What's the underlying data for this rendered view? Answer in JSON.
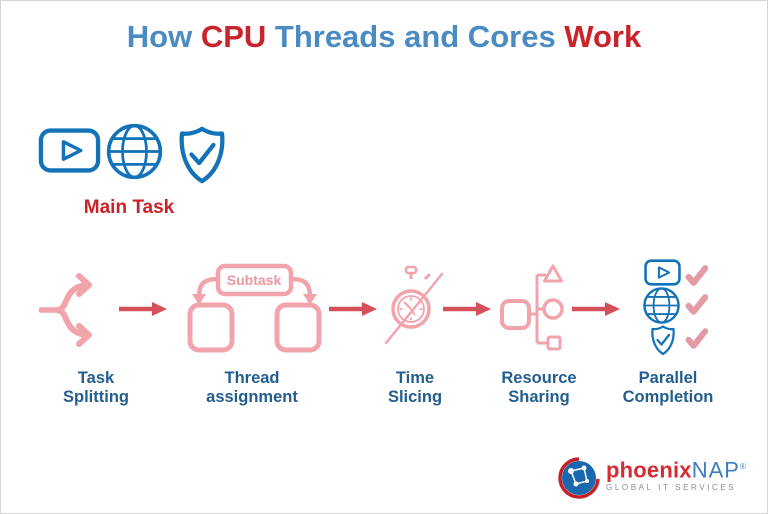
{
  "title": {
    "seg1": "How ",
    "seg2": "CPU",
    "seg3": " Threads and Cores ",
    "seg4": "Work"
  },
  "main_task": {
    "label": "Main Task",
    "icons": [
      "video-play-icon",
      "globe-icon",
      "shield-check-icon"
    ]
  },
  "flow": {
    "steps": [
      {
        "line1": "Task",
        "line2": "Splitting",
        "icon": "task-splitting-fork-icon"
      },
      {
        "line1": "Thread",
        "line2": "assignment",
        "icon": "thread-assignment-icon",
        "icon_label": "Subtask"
      },
      {
        "line1": "Time",
        "line2": "Slicing",
        "icon": "time-slicing-stopwatch-icon"
      },
      {
        "line1": "Resource",
        "line2": "Sharing",
        "icon": "resource-sharing-icon"
      },
      {
        "line1": "Parallel",
        "line2": "Completion",
        "icon": "parallel-completion-icons"
      }
    ],
    "arrow_icon": "right-arrow-icon",
    "check_icon": "checkmark-icon"
  },
  "logo": {
    "brand_red": "phoenix",
    "brand_blue": "NAP",
    "registered": "®",
    "tagline": "GLOBAL IT SERVICES"
  },
  "colors": {
    "title_blue": "#4a8bc2",
    "accent_red": "#c9232c",
    "icon_blue": "#1373b9",
    "label_blue": "#235e8e",
    "icon_pink": "#f2a4ac",
    "arrow_red": "#d4505a",
    "check_pink": "#e29aa4",
    "logo_red": "#d52b33",
    "logo_blue": "#3f7cc0",
    "tagline_gray": "#8c8c8c"
  }
}
